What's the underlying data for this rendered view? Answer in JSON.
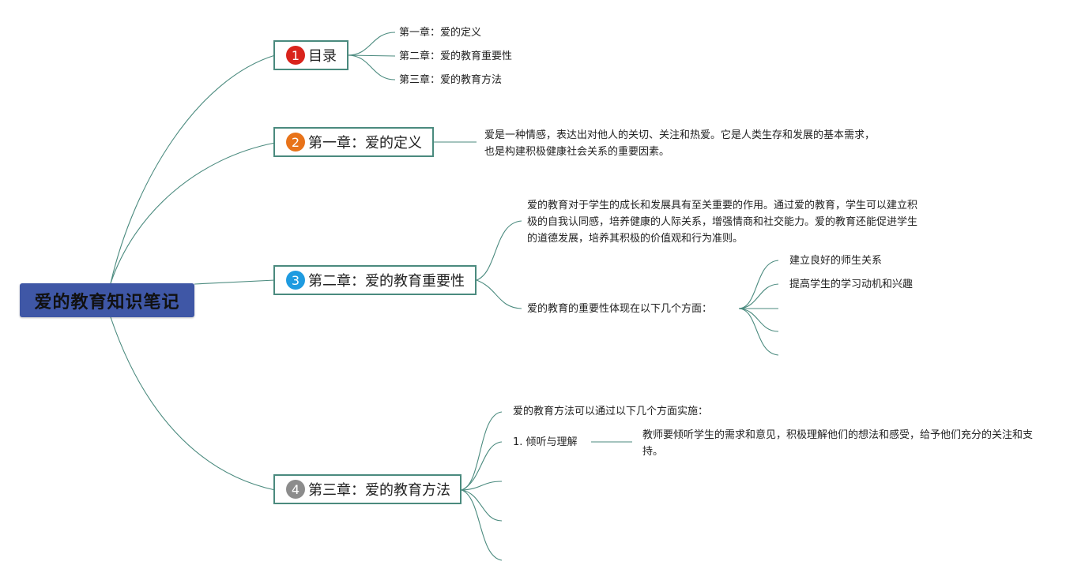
{
  "root": {
    "title": "爱的教育知识笔记"
  },
  "colors": {
    "root_fill": "#3f57a6",
    "line": "#4a8a7e",
    "badge_1": "#d9241c",
    "badge_2": "#e8731a",
    "badge_3": "#1f9be0",
    "badge_4": "#8c8c8c"
  },
  "topics": [
    {
      "number": "1",
      "label": "目录",
      "children": [
        "第一章：爱的定义",
        "第二章：爱的教育重要性",
        "第三章：爱的教育方法"
      ]
    },
    {
      "number": "2",
      "label": "第一章：爱的定义",
      "text": "爱是一种情感，表达出对他人的关切、关注和热爱。它是人类生存和发展的基本需求，也是构建积极健康社会关系的重要因素。"
    },
    {
      "number": "3",
      "label": "第二章：爱的教育重要性",
      "text": "爱的教育对于学生的成长和发展具有至关重要的作用。通过爱的教育，学生可以建立积极的自我认同感，培养健康的人际关系，增强情商和社交能力。爱的教育还能促进学生的道德发展，培养其积极的价值观和行为准则。",
      "aspects": {
        "label": "爱的教育的重要性体现在以下几个方面：",
        "items": [
          "建立良好的师生关系",
          "提高学生的学习动机和兴趣"
        ]
      }
    },
    {
      "number": "4",
      "label": "第三章：爱的教育方法",
      "intro": "爱的教育方法可以通过以下几个方面实施：",
      "methods": [
        {
          "label": "1. 倾听与理解",
          "detail": "教师要倾听学生的需求和意见，积极理解他们的想法和感受，给予他们充分的关注和支持。"
        }
      ]
    }
  ]
}
